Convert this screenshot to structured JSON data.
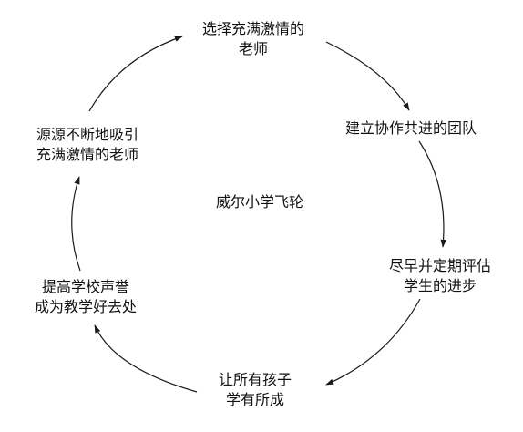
{
  "diagram": {
    "center_label": "威尔小学飞轮",
    "nodes": [
      {
        "lines": [
          "选择充满激情的",
          "老师"
        ]
      },
      {
        "lines": [
          "建立协作共进的团队"
        ]
      },
      {
        "lines": [
          "尽早并定期评估",
          "学生的进步"
        ]
      },
      {
        "lines": [
          "让所有孩子",
          "学有所成"
        ]
      },
      {
        "lines": [
          "提高学校声誉",
          "成为教学好去处"
        ]
      },
      {
        "lines": [
          "源源不断地吸引",
          "充满激情的老师"
        ]
      }
    ],
    "line_color": "#1a1a1a"
  }
}
